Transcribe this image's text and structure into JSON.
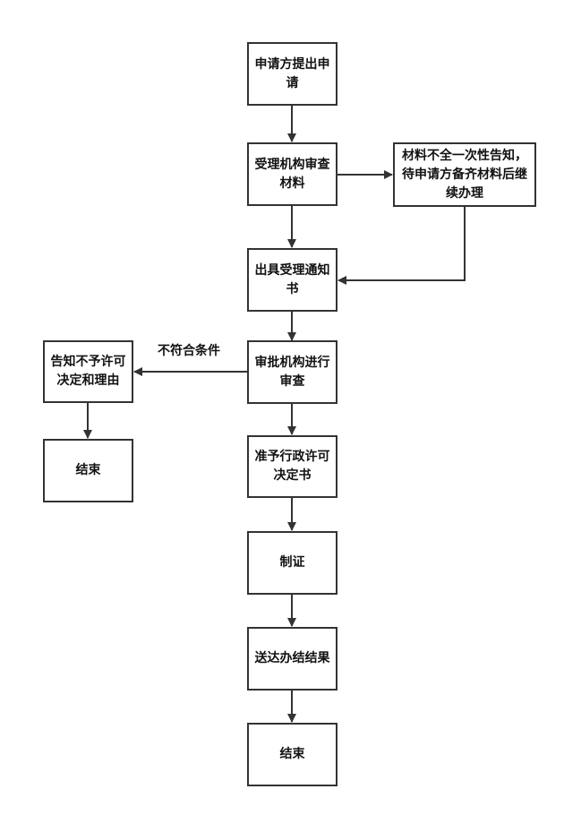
{
  "nodes": {
    "n1": "申请方提出申请",
    "n2": "受理机构审查材料",
    "n3": "材料不全一次性告知，待申请方备齐材料后继续办理",
    "n4": "出具受理通知书",
    "n5": "审批机构进行审查",
    "n6": "告知不予许可决定和理由",
    "n7": "结束",
    "n8": "准予行政许可决定书",
    "n9": "制证",
    "n10": "送达办结结果",
    "n11": "结束"
  },
  "edge_labels": {
    "not_qualified": "不符合条件"
  },
  "colors": {
    "stroke": "#333333",
    "text": "#111111"
  }
}
